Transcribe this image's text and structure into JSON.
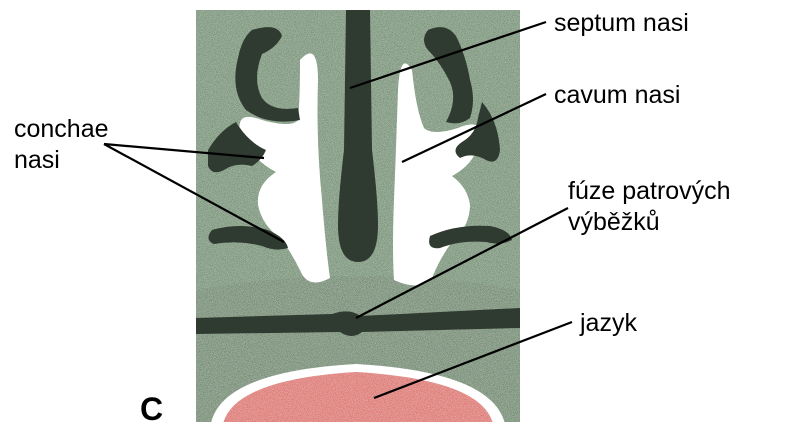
{
  "labels": {
    "septum": "septum nasi",
    "cavum": "cavum nasi",
    "conchae_line1": "conchae",
    "conchae_line2": "nasi",
    "fuze_line1": "fúze patrových",
    "fuze_line2": "výběžků",
    "jazyk": "jazyk"
  },
  "panel_letter": "C",
  "colors": {
    "tissue": "#4b7a4b",
    "tissue_lower": "#3f6e3d",
    "dark_structure": "#2f3a30",
    "cavity": "#ffffff",
    "tongue": "#d94a3c",
    "leader_line": "#000000"
  }
}
